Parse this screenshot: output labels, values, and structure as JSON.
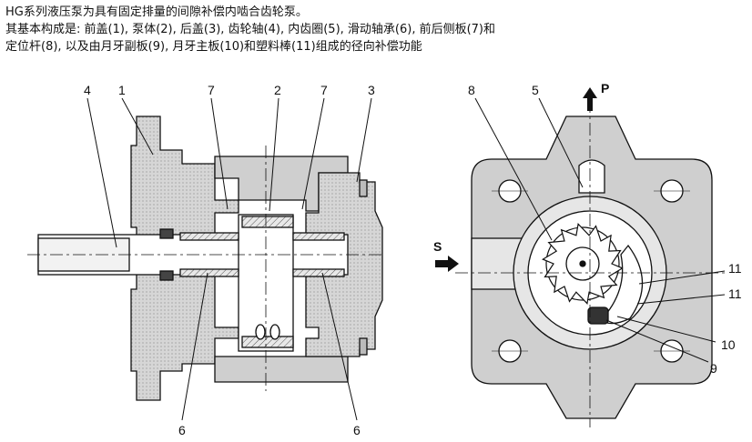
{
  "intro": {
    "line1": "HG系列液压泵为具有固定排量的间隙补偿内啮合齿轮泵。",
    "line2": "其基本构成是: 前盖(1), 泵体(2), 后盖(3), 齿轮轴(4), 内齿圈(5), 滑动轴承(6), 前后侧板(7)和",
    "line3": "定位杆(8), 以及由月牙副板(9), 月牙主板(10)和塑料棒(11)组成的径向补偿功能"
  },
  "left_view": {
    "callouts": [
      "4",
      "1",
      "7",
      "2",
      "7",
      "3",
      "6",
      "6"
    ]
  },
  "right_view": {
    "callouts": [
      "8",
      "5",
      "11",
      "11",
      "10",
      "9"
    ],
    "port_pressure": "P",
    "port_suction": "S"
  },
  "colors": {
    "ink": "#111111",
    "housing_fill": "#cfcfcf",
    "light_fill": "#e6e6e6"
  }
}
